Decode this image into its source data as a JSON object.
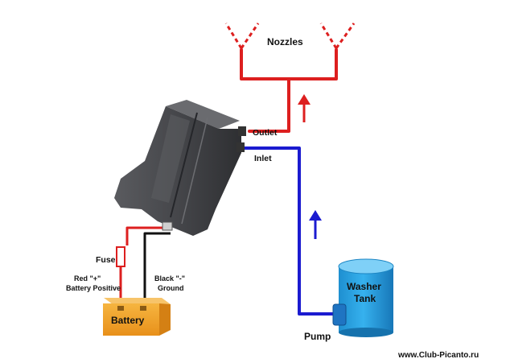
{
  "labels": {
    "nozzles": "Nozzles",
    "outlet": "Outlet",
    "inlet": "Inlet",
    "fuse": "Fuse",
    "red_line1": "Red \"+\"",
    "red_line2": "Battery Positive",
    "black_line1": "Black \"-\"",
    "black_line2": "Ground",
    "battery": "Battery",
    "washer_line1": "Washer",
    "washer_line2": "Tank",
    "pump": "Pump",
    "watermark": "www.Club-Picanto.ru"
  },
  "colors": {
    "red_line": "#dd1f1f",
    "blue_line": "#1b1bd0",
    "black_wire": "#111111",
    "battery_fill": "#f3a21c",
    "tank_fill": "#2aa6e6",
    "reservoir_body": "#4a4b4e"
  }
}
